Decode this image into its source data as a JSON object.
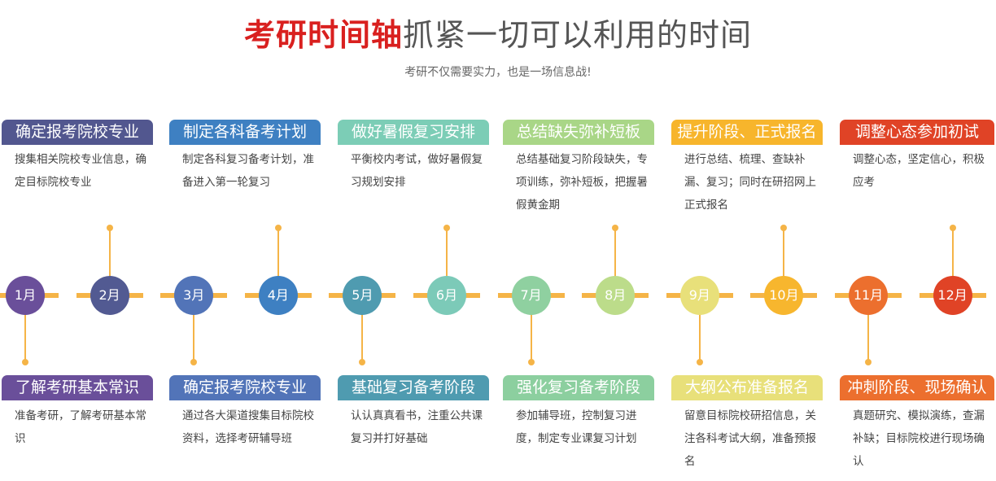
{
  "title": {
    "highlight": "考研时间轴",
    "rest": "抓紧一切可以利用的时间"
  },
  "subtitle": "考研不仅需要实力，也是一场信息战!",
  "months": [
    {
      "label": "1月",
      "color": "#6a4f9a"
    },
    {
      "label": "2月",
      "color": "#525a92"
    },
    {
      "label": "3月",
      "color": "#5274b8"
    },
    {
      "label": "4月",
      "color": "#3e80c2"
    },
    {
      "label": "5月",
      "color": "#4f9bb0"
    },
    {
      "label": "6月",
      "color": "#7ccab8"
    },
    {
      "label": "7月",
      "color": "#8fd0a0"
    },
    {
      "label": "8月",
      "color": "#bcdc8a"
    },
    {
      "label": "9月",
      "color": "#e8e07a"
    },
    {
      "label": "10月",
      "color": "#f7b62e"
    },
    {
      "label": "11月",
      "color": "#ec6f2e"
    },
    {
      "label": "12月",
      "color": "#e04326"
    }
  ],
  "top": [
    {
      "title": "确定报考院校专业",
      "color": "#52578f",
      "desc": "搜集相关院校专业信息，确定目标院校专业"
    },
    {
      "title": "制定各科备考计划",
      "color": "#3e80c2",
      "desc": "制定各科复习备考计划，准备进入第一轮复习"
    },
    {
      "title": "做好暑假复习安排",
      "color": "#7ccdb6",
      "desc": "平衡校内考试，做好暑假复习规划安排"
    },
    {
      "title": "总结缺失弥补短板",
      "color": "#a9d687",
      "desc": "总结基础复习阶段缺失，专项训练，弥补短板，把握暑假黄金期"
    },
    {
      "title": "提升阶段、正式报名",
      "color": "#f7b52c",
      "desc": "进行总结、梳理、查缺补漏、复习；同时在研招网上正式报名"
    },
    {
      "title": "调整心态参加初试",
      "color": "#e04326",
      "desc": "调整心态，坚定信心，积极应考"
    }
  ],
  "bottom": [
    {
      "title": "了解考研基本常识",
      "color": "#6a4f9a",
      "desc": "准备考研，了解考研基本常识"
    },
    {
      "title": "确定报考院校专业",
      "color": "#5274b8",
      "desc": "通过各大渠道搜集目标院校资料，选择考研辅导班"
    },
    {
      "title": "基础复习备考阶段",
      "color": "#4f9bb0",
      "desc": "认认真真看书，注重公共课复习并打好基础"
    },
    {
      "title": "强化复习备考阶段",
      "color": "#8ccf9f",
      "desc": "参加辅导班，控制复习进度，制定专业课复习计划"
    },
    {
      "title": "大纲公布准备报名",
      "color": "#e8e07a",
      "desc": "留意目标院校研招信息，关注各科考试大纲，准备预报名"
    },
    {
      "title": "冲刺阶段、现场确认",
      "color": "#ec6f2e",
      "desc": "真题研究、模拟演练，查漏补缺；目标院校进行现场确认"
    }
  ]
}
